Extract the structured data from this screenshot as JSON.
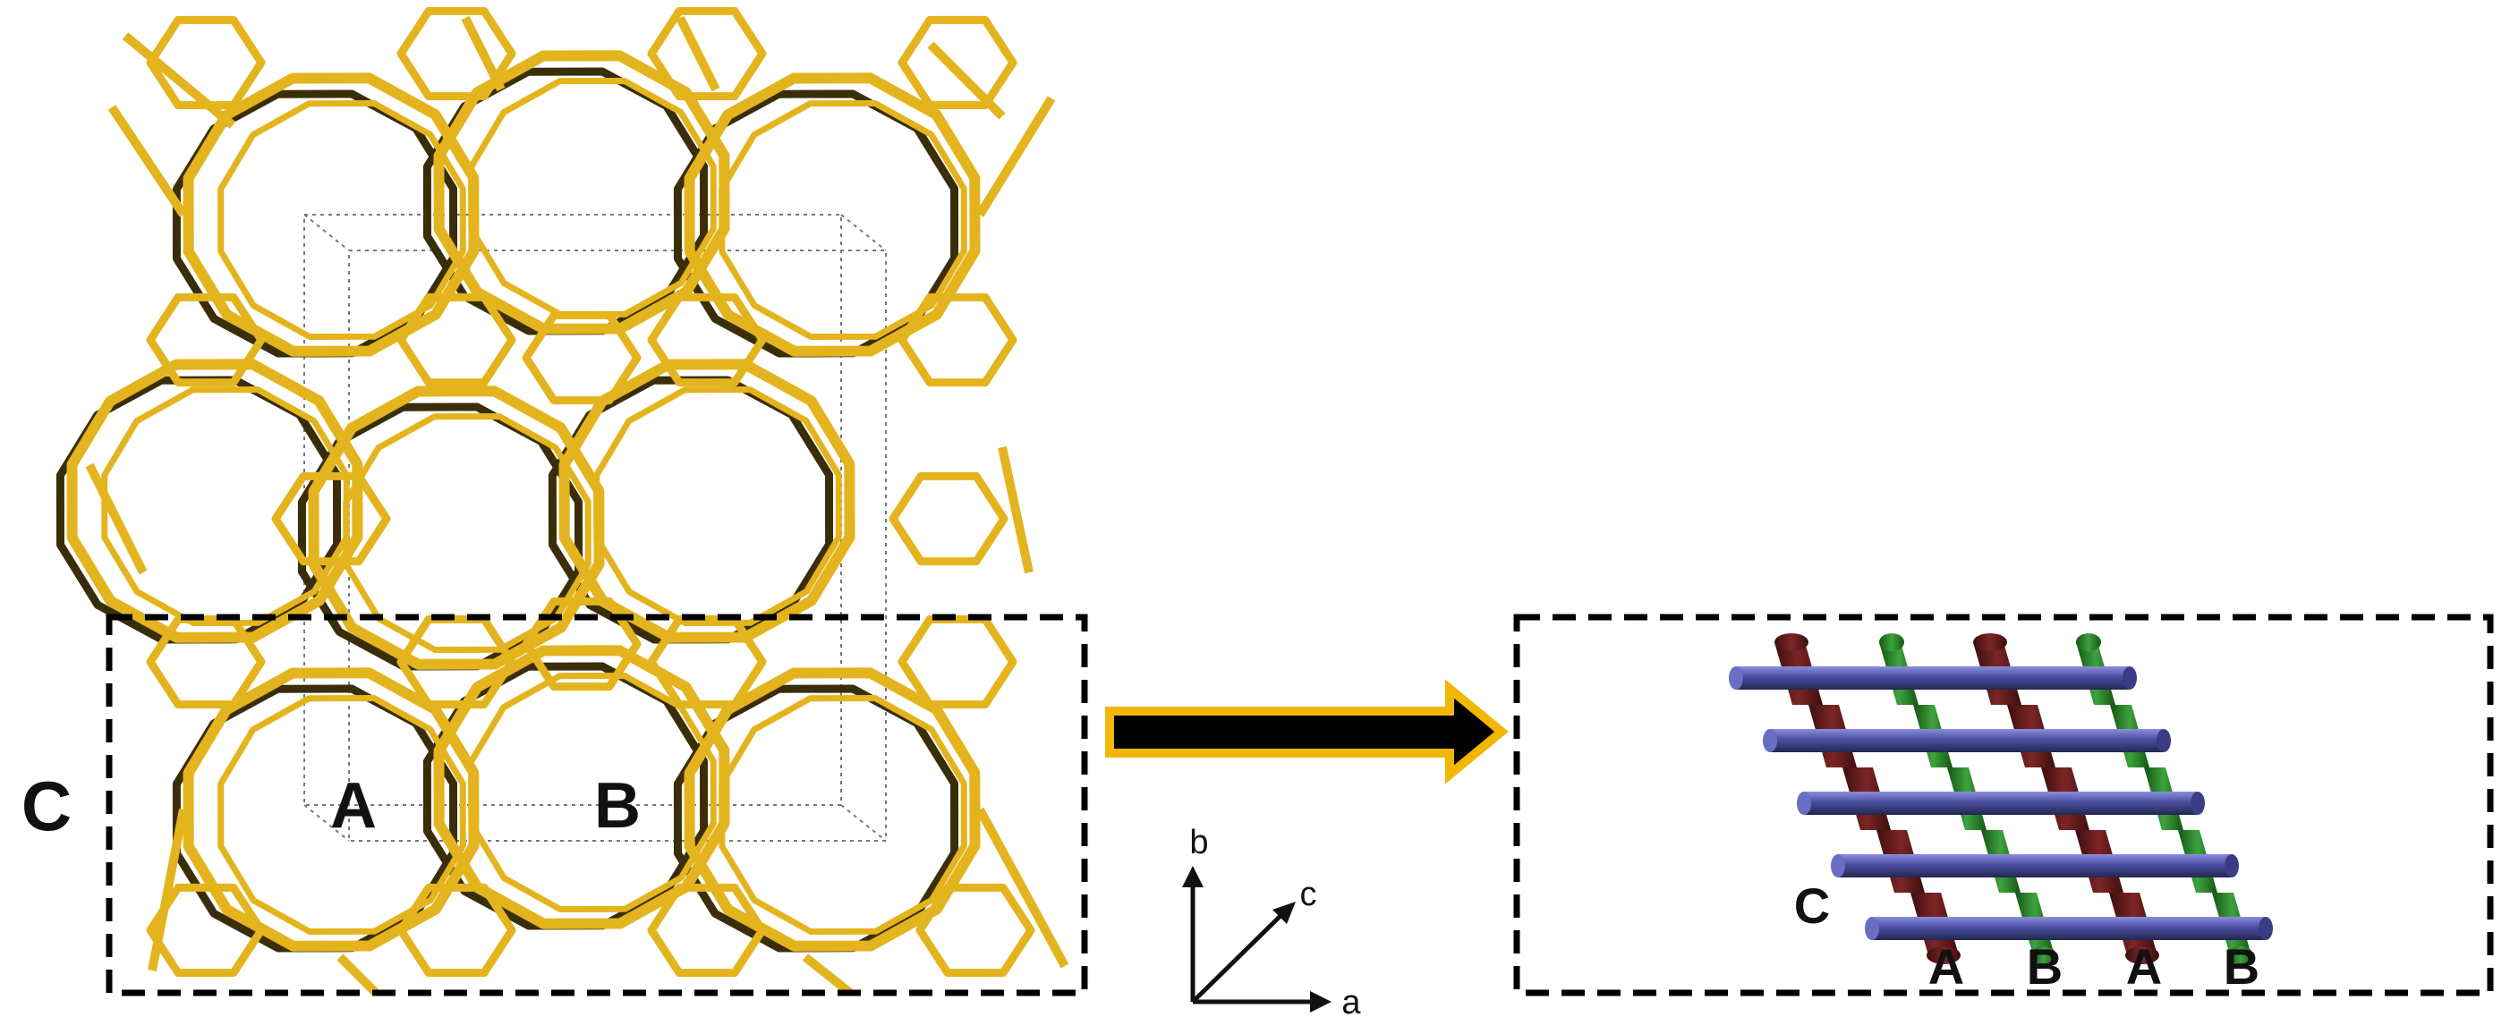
{
  "left_panel": {
    "pore_label_a": "A",
    "pore_label_b": "B",
    "layer_label": "C",
    "framework_color": "#E3B41D",
    "framework_shadow_color": "#3A2E0A"
  },
  "transform_arrow": {
    "fill_color": "#000000",
    "border_color": "#F2B705",
    "direction": "right"
  },
  "axes": {
    "b_label": "b",
    "c_label": "c",
    "a_label": "a"
  },
  "right_panel": {
    "layer_label": "C",
    "channel_labels": [
      "A",
      "B",
      "A",
      "B"
    ],
    "rod_color": "#4B4FA3",
    "channel_a_color": "#6B1E1E",
    "channel_b_color": "#2E8B2E"
  }
}
